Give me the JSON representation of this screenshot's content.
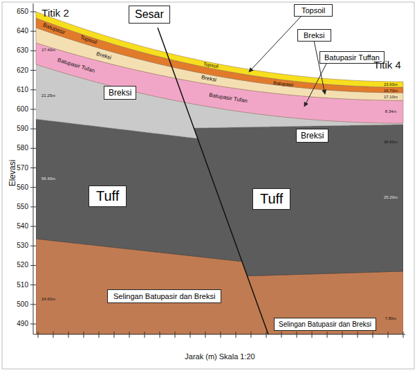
{
  "diagram": {
    "nodes": [
      {
        "text": [
          "Sesar"
        ]
      },
      {
        "text": [
          "Topsoil"
        ]
      },
      {
        "text": [
          "Breksi"
        ]
      },
      {
        "text": [
          "Batupasir Tuffan"
        ]
      },
      {
        "text": [
          "Breksi"
        ]
      },
      {
        "text": [
          "Tuff"
        ]
      },
      {
        "text": [
          "Breksi"
        ]
      },
      {
        "text": [
          "Tuff"
        ]
      },
      {
        "text": [
          "Selingan Batupasir dan Breksi"
        ]
      },
      {
        "text": [
          "Selingan Batupasir dan Breksi"
        ]
      }
    ],
    "labels": [
      "Elevasi",
      "Jarak (m) Skala 1:20",
      "650",
      "640",
      "630",
      "620",
      "610",
      "600",
      "590",
      "580",
      "570",
      "560",
      "550",
      "540",
      "530",
      "520",
      "510",
      "500",
      "490",
      "Batupasir",
      "Topsoil",
      "Breksi",
      "Batupasir Tufan",
      "Topsoil",
      "Breksi",
      "Batupasir",
      "Batupasir Tufan",
      "17.40m",
      "21.25m",
      "56.40m",
      "24.60m",
      "23.60m",
      "16.70m",
      "17.10m",
      "8.34m",
      "36.60m",
      "25.20m",
      "7.80m",
      "Titik 2",
      "Titik 4"
    ]
  }
}
